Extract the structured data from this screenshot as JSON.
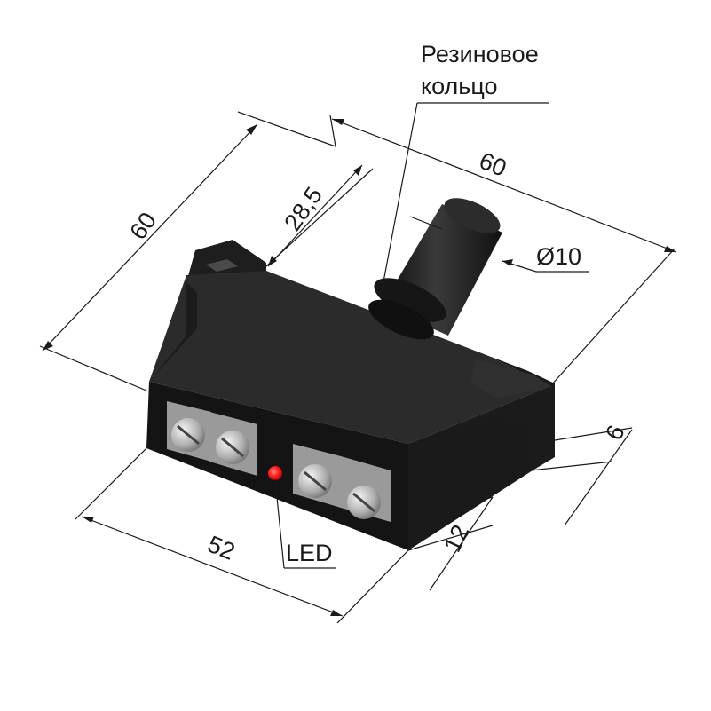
{
  "labels": {
    "rubber_ring_line1": "Резиновое",
    "rubber_ring_line2": "кольцо",
    "length_60": "60",
    "width_60": "60",
    "offset_28_5": "28,5",
    "diameter": "Ø10",
    "flange_6": "6",
    "height_12": "12",
    "base_52": "52",
    "led": "LED"
  },
  "colors": {
    "housing_top": "#2b2b2b",
    "housing_front": "#141414",
    "housing_side": "#1e1e1e",
    "terminal_metal": "#b8b8b8",
    "led": "#ff1a1a"
  }
}
